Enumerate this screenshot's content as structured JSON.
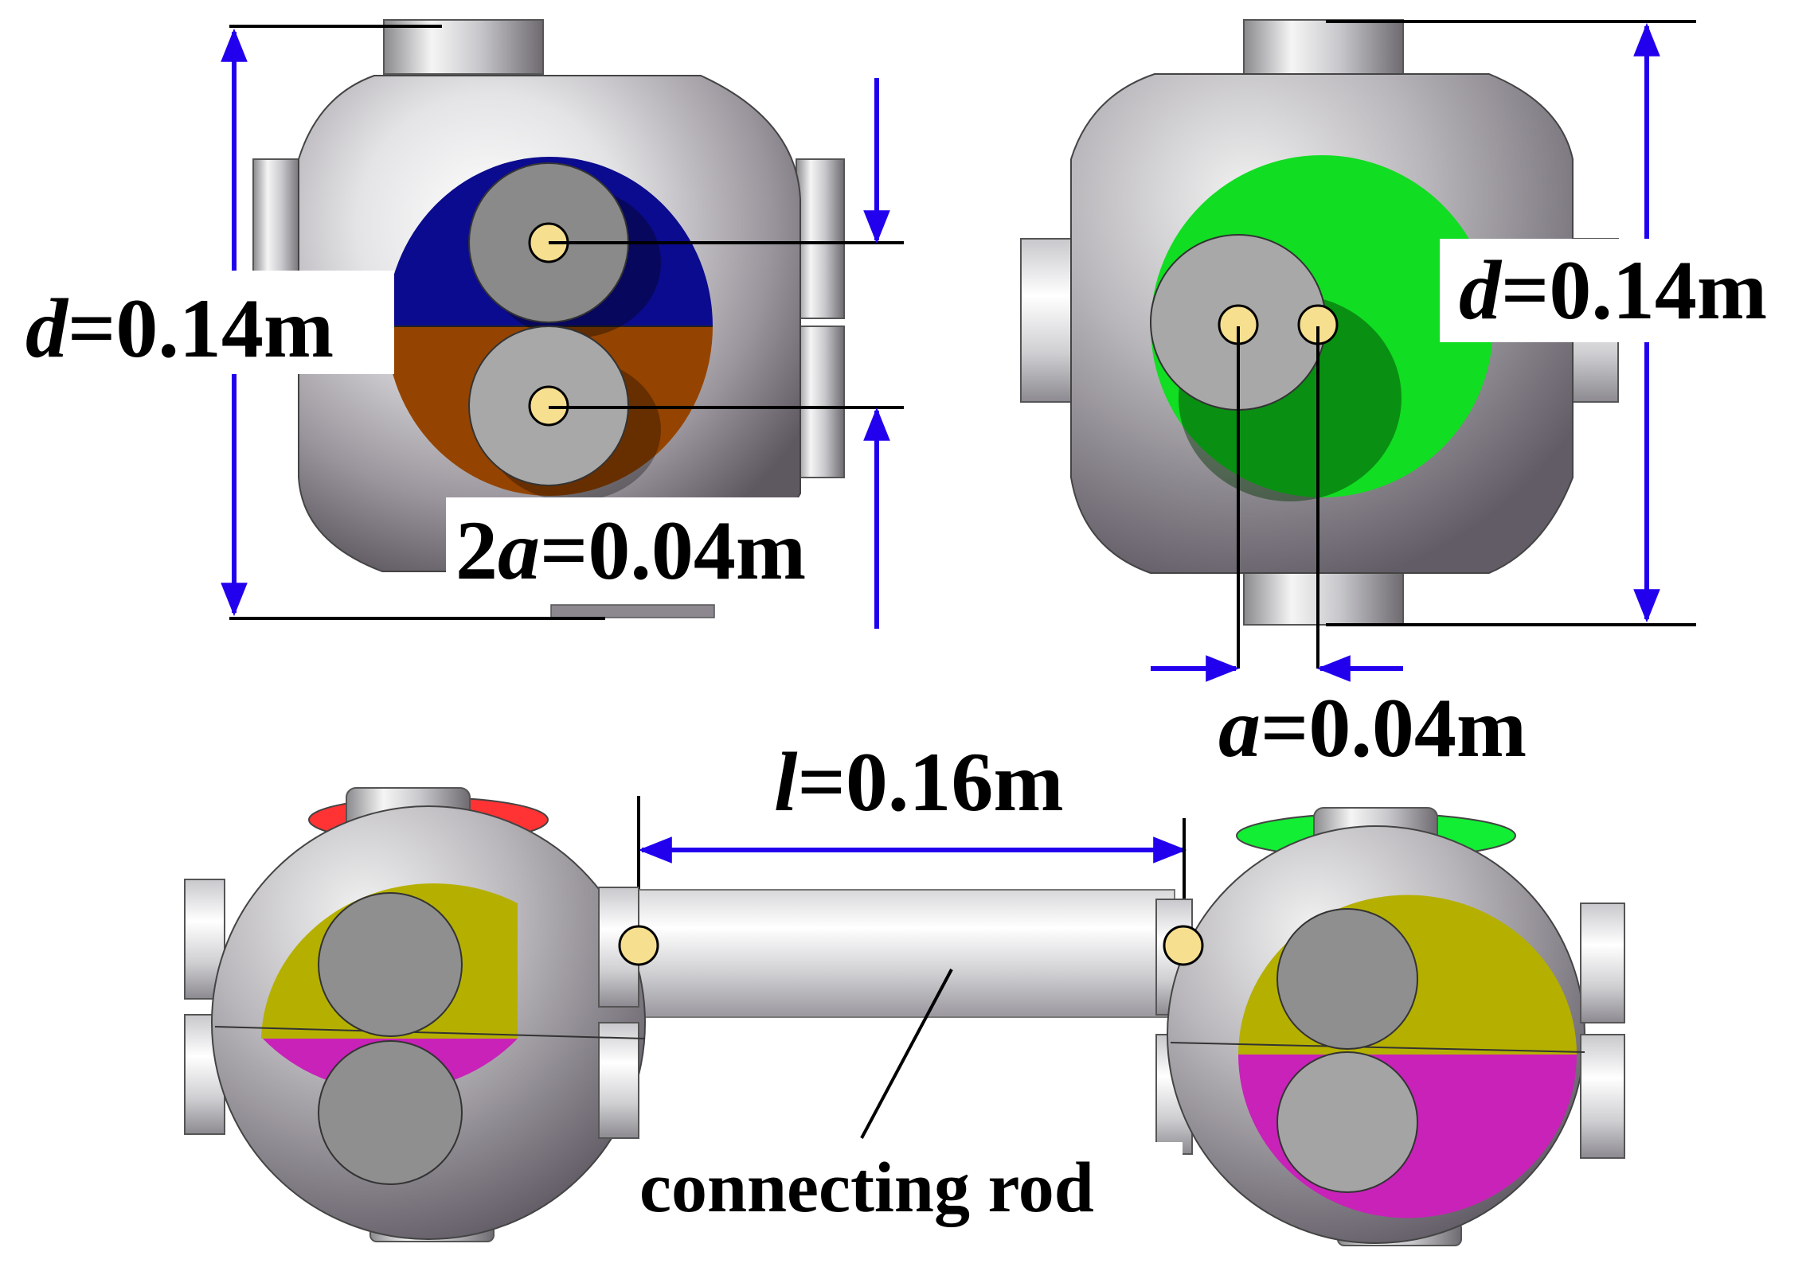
{
  "labels": {
    "left_d_var": "d",
    "left_d_val": "=0.14m",
    "right_d_var": "d",
    "right_d_val": "=0.14m",
    "two_a_pre": "2",
    "two_a_var": "a",
    "two_a_val": "=0.04m",
    "a_var": "a",
    "a_val": "=0.04m",
    "l_var": "l",
    "l_val": "=0.16m",
    "rod": "connecting rod"
  },
  "colors": {
    "dimension": "#2200ee",
    "blue_half": "#0b0b8f",
    "brown_half": "#944400",
    "green_disk": "#11dd22",
    "red_cap": "#ff3333",
    "green_cap": "#11ee33",
    "yellow_half": "#b5b000",
    "magenta_half": "#c822b8",
    "pivot": "#f7df90"
  },
  "icons": {
    "pivot": "pivot-circle-icon",
    "arrow": "dimension-arrow-icon"
  }
}
